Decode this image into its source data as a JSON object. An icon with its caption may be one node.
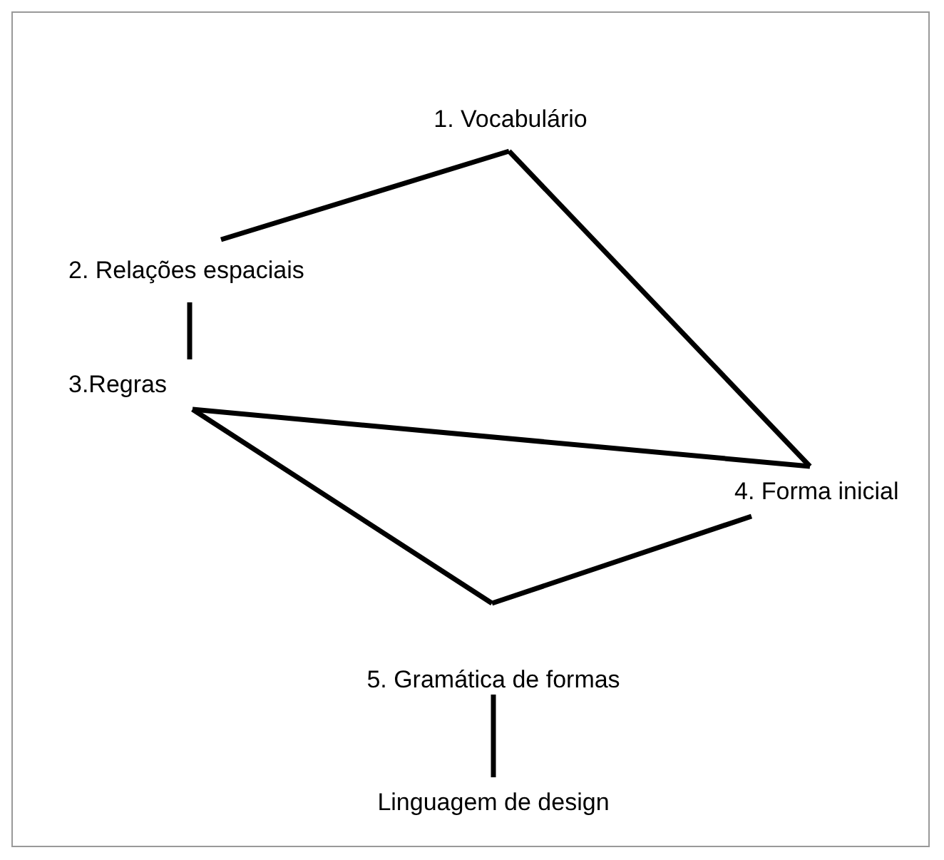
{
  "diagram": {
    "nodes": [
      {
        "text": [
          "1. Vocabulário"
        ]
      },
      {
        "text": [
          "2. Relações espaciais"
        ]
      },
      {
        "text": [
          "3.Regras"
        ]
      },
      {
        "text": [
          "4. Forma inicial"
        ]
      },
      {
        "text": [
          "5. Gramática de formas"
        ]
      },
      {
        "text": [
          "Linguagem de design"
        ]
      }
    ],
    "edges": [
      {
        "from": 1,
        "to": 0,
        "arrow": "none"
      },
      {
        "from": 0,
        "to": 3,
        "arrow": "none"
      },
      {
        "from": 1,
        "to": 2,
        "arrow": "none"
      },
      {
        "from": 2,
        "to": 3,
        "arrow": "none"
      },
      {
        "from": 2,
        "to": 4,
        "arrow": "none"
      },
      {
        "from": 4,
        "to": 3,
        "arrow": "none"
      },
      {
        "from": 4,
        "to": 5,
        "arrow": "none"
      }
    ]
  }
}
